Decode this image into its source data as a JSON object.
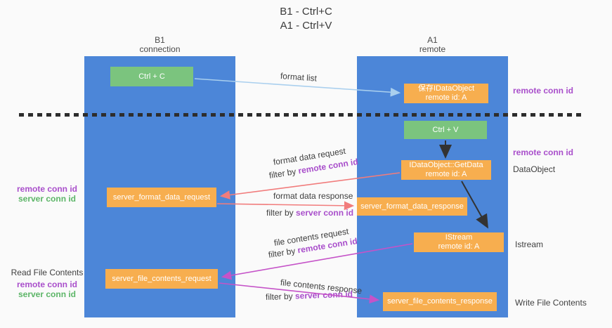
{
  "title": {
    "line1": "B1 - Ctrl+C",
    "line2": "A1 - Ctrl+V"
  },
  "columns": {
    "left": {
      "header_line1": "B1",
      "header_line2": "connection"
    },
    "right": {
      "header_line1": "A1",
      "header_line2": "remote"
    }
  },
  "boxes": {
    "ctrl_c": "Ctrl + C",
    "save_idataobject": {
      "line1": "保存IDataObject",
      "line2": "remote id: A"
    },
    "ctrl_v": "Ctrl + V",
    "getdata": {
      "line1": "IDataObject::GetData",
      "line2": "remote id: A"
    },
    "format_request": "server_format_data_request",
    "format_response": "server_format_data_response",
    "istream": {
      "line1": "IStream",
      "line2": "remote id: A"
    },
    "file_request": "server_file_contents_request",
    "file_response": "server_file_contents_response"
  },
  "arrow_labels": {
    "format_list": "format list",
    "format_request": "format data request",
    "format_request_filter": {
      "prefix": "filter by ",
      "key": "remote conn id"
    },
    "format_response": "format data response",
    "format_response_filter": {
      "prefix": "filter by ",
      "key": "server conn id"
    },
    "file_request": "file contents request",
    "file_request_filter": {
      "prefix": "filter by ",
      "key": "remote conn id"
    },
    "file_response": "file contents response",
    "file_response_filter": {
      "prefix": "filter by ",
      "key": "server conn id"
    }
  },
  "side_labels": {
    "right_remote_conn_id_top": "remote conn id",
    "right_remote_conn_id_mid": "remote conn id",
    "right_dataobject": "DataObject",
    "right_istream": "Istream",
    "right_write_file_contents": "Write File Contents",
    "left_remote_conn_id_format": "remote conn id",
    "left_server_conn_id_format": "server conn id",
    "left_read_file_contents": "Read File Contents",
    "left_remote_conn_id_file": "remote conn id",
    "left_server_conn_id_file": "server conn id"
  },
  "arrows": [
    {
      "name": "format-list-arrow",
      "from": "ctrl_c",
      "to": "save_idataobject",
      "color": "#a9cfee"
    },
    {
      "name": "ctrl-v-to-getdata-arrow",
      "from": "ctrl_v",
      "to": "getdata",
      "color": "#333333"
    },
    {
      "name": "format-request-arrow",
      "from": "getdata",
      "to": "format_request",
      "color": "#f17c7c"
    },
    {
      "name": "format-response-arrow",
      "from": "format_request",
      "to": "format_response",
      "color": "#f17c7c"
    },
    {
      "name": "getdata-to-istream-arrow",
      "from": "getdata",
      "to": "istream",
      "color": "#333333"
    },
    {
      "name": "file-request-arrow",
      "from": "istream",
      "to": "file_request",
      "color": "#c553c8"
    },
    {
      "name": "file-response-arrow",
      "from": "file_request",
      "to": "file_response",
      "color": "#c553c8"
    }
  ],
  "colors": {
    "column_blue": "#4c86d8",
    "box_orange": "#f7ae4f",
    "box_green": "#7bc47e",
    "arrow_salmon": "#f17c7c",
    "arrow_magenta": "#c553c8",
    "arrow_lightblue": "#a9cfee",
    "text_purple": "#a94fcb",
    "text_green": "#5cb567",
    "text_dark": "#3f3f3f",
    "dash_black": "#2d2d2d",
    "background": "#fafafa"
  }
}
